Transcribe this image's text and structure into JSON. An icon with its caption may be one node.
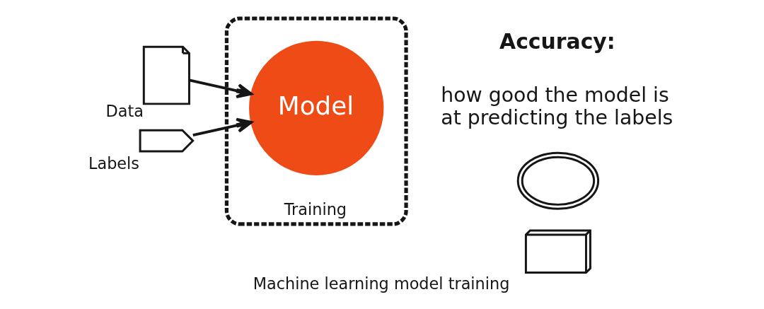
{
  "diagram": {
    "caption": "Machine learning model training",
    "nodes": [
      {
        "text": [],
        "shape": "picture",
        "beside": [
          "Data"
        ]
      },
      {
        "text": [],
        "shape": "tag",
        "beside": [
          "Labels"
        ]
      },
      {
        "text": [
          "Training"
        ]
      },
      {
        "text": [
          "Model"
        ],
        "in": 2
      },
      {
        "text": [],
        "shape": "cloud"
      },
      {
        "text": [],
        "shape": "picture"
      }
    ],
    "edges": [
      {
        "from": 0,
        "to": 3,
        "arrow": "to"
      },
      {
        "from": 1,
        "to": 3,
        "arrow": "to"
      }
    ],
    "labels": [
      "Accuracy:",
      "how good the model is at predicting the labels"
    ]
  }
}
